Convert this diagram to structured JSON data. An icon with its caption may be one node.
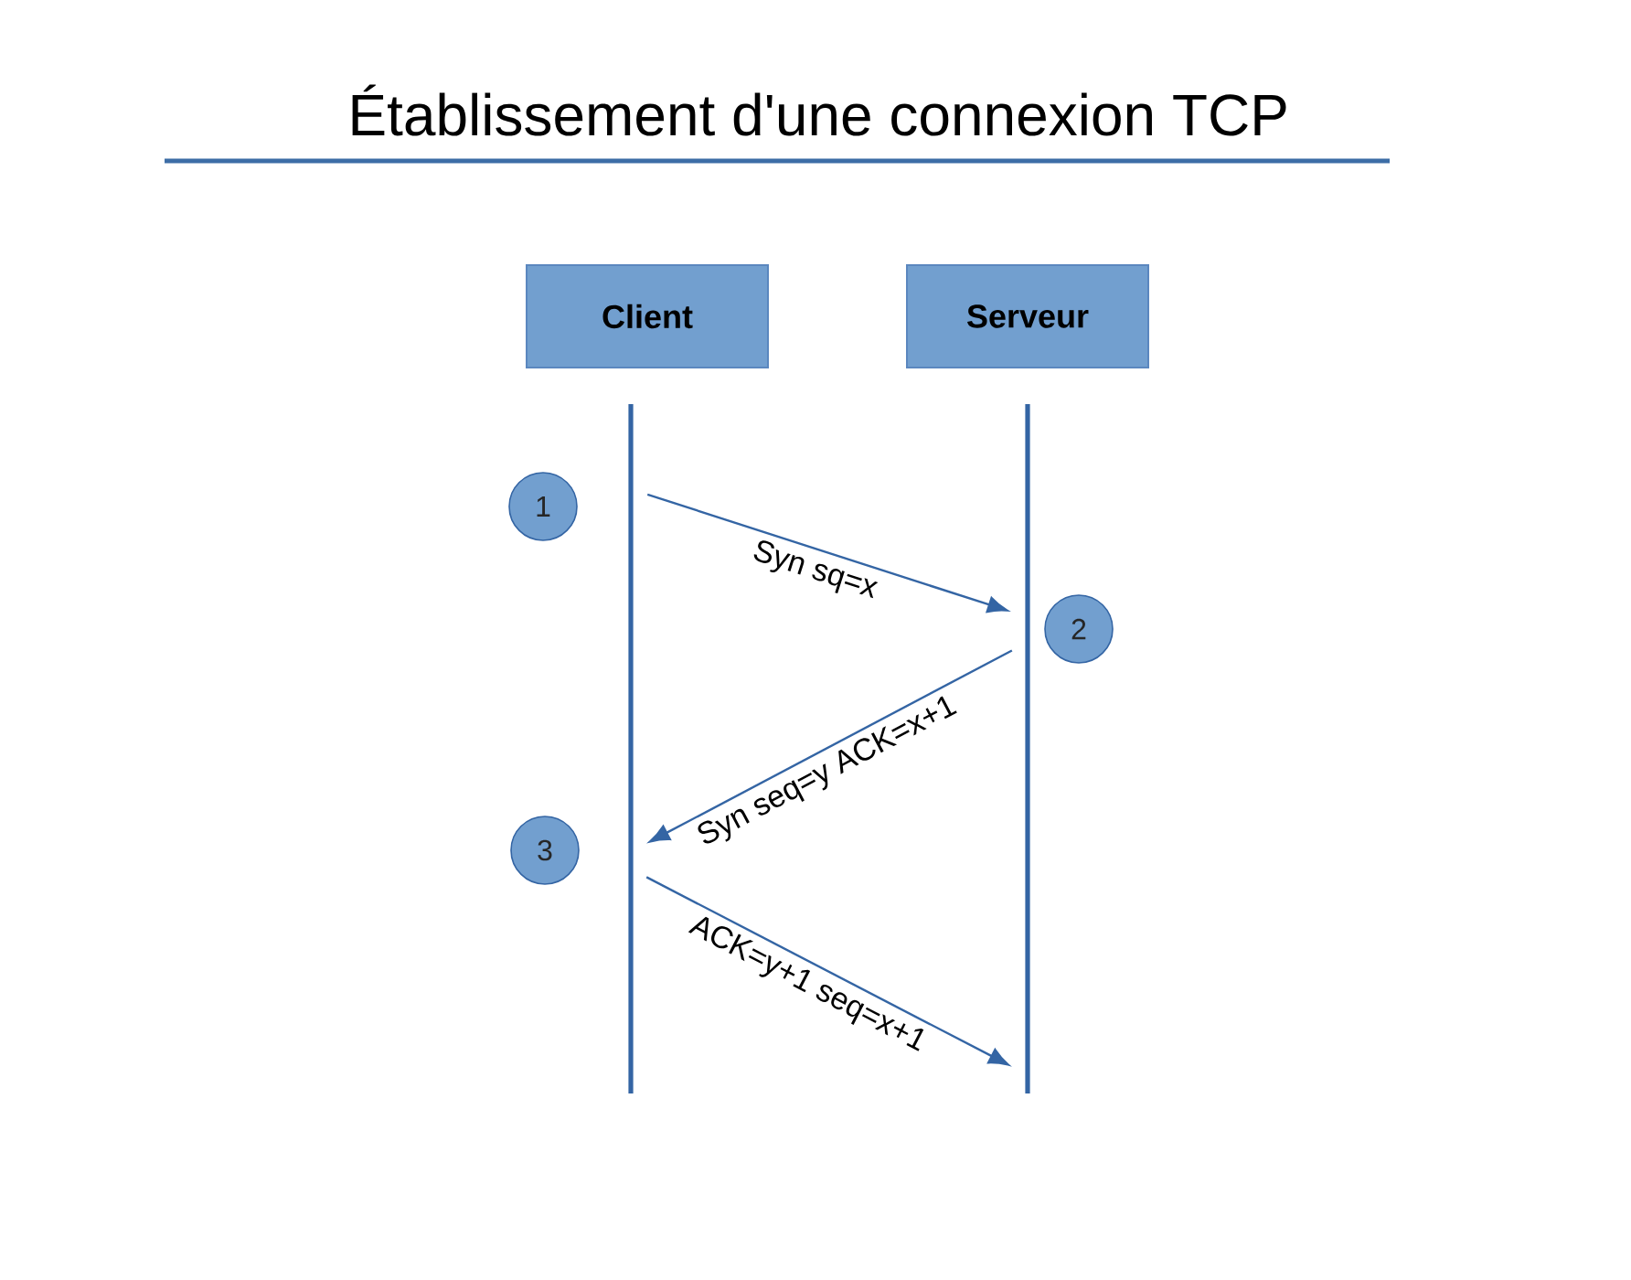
{
  "diagram": {
    "title": "Établissement d'une connexion TCP",
    "nodes": [
      {
        "text": [
          "Client"
        ]
      },
      {
        "text": [
          "Serveur"
        ]
      },
      {
        "text": [],
        "shape": "line"
      },
      {
        "text": [],
        "shape": "line"
      },
      {
        "text": [
          "1"
        ]
      },
      {
        "text": [
          "2"
        ]
      },
      {
        "text": [
          "3"
        ]
      }
    ],
    "edges": [
      {
        "from": 2,
        "to": 3,
        "arrow": "to",
        "label": "Syn sq=x"
      },
      {
        "from": 3,
        "to": 2,
        "arrow": "to",
        "label": "Syn seq=y ACK=x+1"
      },
      {
        "from": 2,
        "to": 3,
        "arrow": "to",
        "label": "ACK=y+1 seq=x+1"
      }
    ]
  }
}
